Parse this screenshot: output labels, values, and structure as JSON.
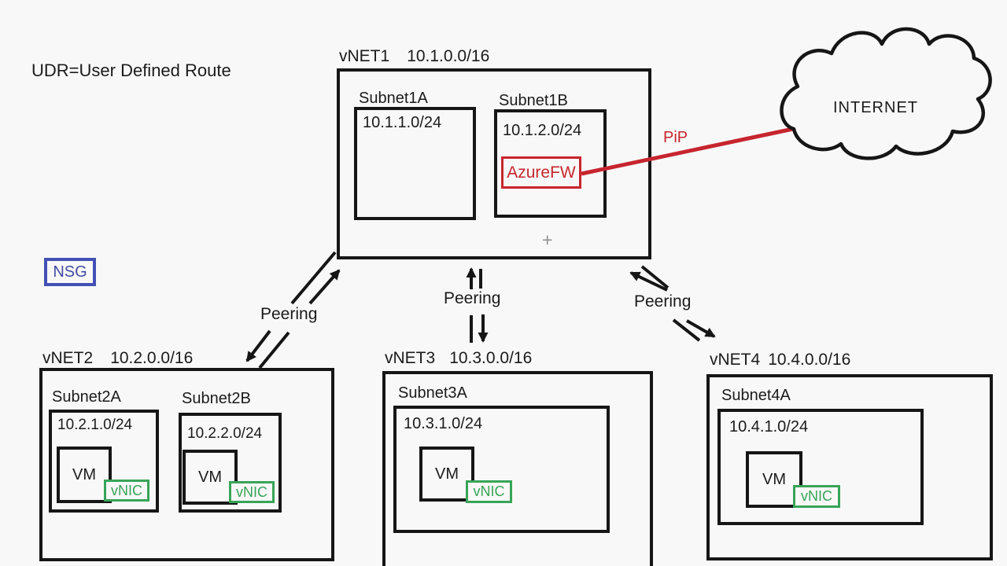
{
  "colors": {
    "background": "#f8f8f8",
    "ink": "#161616",
    "red_accent": "#c7252e",
    "green_accent": "#38a457",
    "blue_accent": "#4350b4"
  },
  "notes": {
    "udr": "UDR=User Defined Route",
    "nsg": "NSG",
    "cursor_glyph": "+"
  },
  "internet": {
    "label": "INTERNET"
  },
  "links": {
    "pip_label": "PiP",
    "peering_labels": [
      "Peering",
      "Peering",
      "Peering"
    ]
  },
  "firewall": {
    "label": "AzureFW"
  },
  "vm_label": "VM",
  "vnic_label": "vNIC",
  "vnets": [
    {
      "name": "vNET1",
      "cidr": "10.1.0.0/16",
      "subnets": [
        {
          "name": "Subnet1A",
          "cidr": "10.1.1.0/24"
        },
        {
          "name": "Subnet1B",
          "cidr": "10.1.2.0/24"
        }
      ]
    },
    {
      "name": "vNET2",
      "cidr": "10.2.0.0/16",
      "subnets": [
        {
          "name": "Subnet2A",
          "cidr": "10.2.1.0/24"
        },
        {
          "name": "Subnet2B",
          "cidr": "10.2.2.0/24"
        }
      ]
    },
    {
      "name": "vNET3",
      "cidr": "10.3.0.0/16",
      "subnets": [
        {
          "name": "Subnet3A",
          "cidr": "10.3.1.0/24"
        }
      ]
    },
    {
      "name": "vNET4",
      "cidr": "10.4.0.0/16",
      "subnets": [
        {
          "name": "Subnet4A",
          "cidr": "10.4.1.0/24"
        }
      ]
    }
  ]
}
